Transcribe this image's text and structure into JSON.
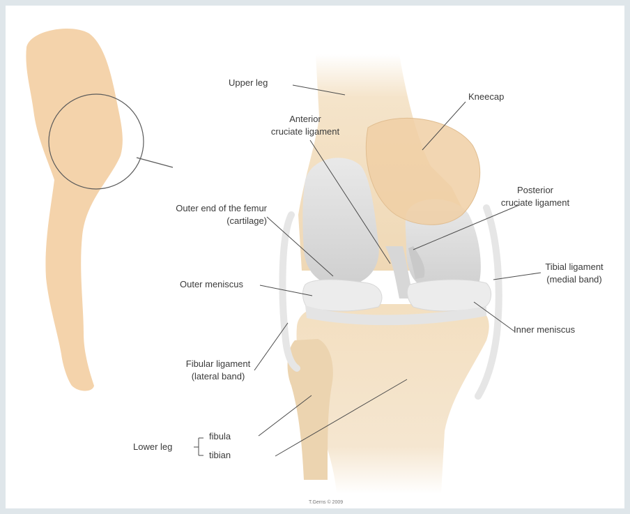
{
  "labels": {
    "upper_leg": "Upper leg",
    "kneecap": "Kneecap",
    "acl": [
      "Anterior",
      "cruciate ligament"
    ],
    "pcl": [
      "Posterior",
      "cruciate ligament"
    ],
    "femur_end": [
      "Outer end of the femur",
      "(cartilage)"
    ],
    "tibial_ligament": [
      "Tibial ligament",
      "(medial band)"
    ],
    "outer_meniscus": "Outer meniscus",
    "inner_meniscus": "Inner meniscus",
    "fibular_ligament": [
      "Fibular ligament",
      "(lateral band)"
    ],
    "lower_leg": "Lower leg",
    "fibula": "fibula",
    "tibia": "tibian",
    "credit": "T.Gerns © 2009"
  },
  "colors": {
    "background": "#dfe6ea",
    "skin": "#f4d3ab",
    "bone": "#f1dcbc",
    "cartilage": "#dcdcdc",
    "leader_line": "#4a4a4a"
  }
}
